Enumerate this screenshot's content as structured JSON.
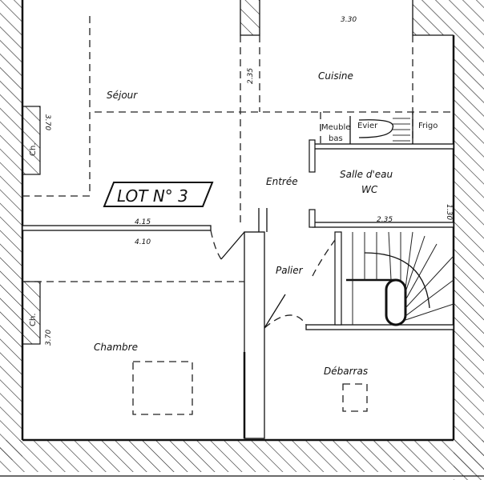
{
  "title": "LOT N° 3",
  "rooms": {
    "sejour": "Séjour",
    "cuisine": "Cuisine",
    "salle_eau": "Salle d'eau",
    "wc": "WC",
    "entree": "Entrée",
    "palier": "Palier",
    "chambre": "Chambre",
    "debarras": "Débarras"
  },
  "fixtures": {
    "meuble_bas_1": "Meuble",
    "meuble_bas_2": "bas",
    "evier": "Evier",
    "frigo": "Frigo",
    "chimney_top": "Ch.",
    "chimney_bottom": "Ch."
  },
  "dimensions": {
    "cuisine_width": "3.30",
    "cuisine_depth": "2.35",
    "salle_eau_depth": "1.30",
    "salle_eau_width": "2.35",
    "sejour_width": "4.15",
    "chambre_width": "4.10",
    "sejour_depth": "3.70",
    "chambre_depth": "3.70"
  }
}
